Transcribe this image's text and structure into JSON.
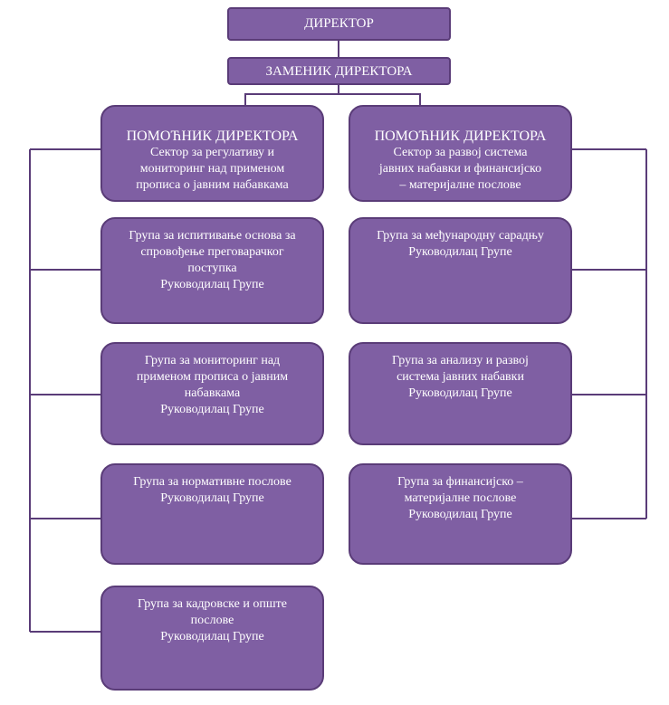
{
  "director": "ДИРЕКТОР",
  "deputy": "ЗАМЕНИК ДИРЕКТОРА",
  "assistant_left": {
    "title": "ПОМОЋНИК ДИРЕКТОРА",
    "sector": "Сектор за регулативу и\nмониторинг над применом\nпрописа о јавним набавкама"
  },
  "assistant_right": {
    "title": "ПОМОЋНИК ДИРЕКТОРА",
    "sector": "Сектор за развој система\nјавних набавки и финансијско\n– материјалне послове"
  },
  "left_groups": [
    "Група за испитивање основа за\nспровођење преговарачког\nпоступка\nРуководилац Групе",
    "Група за мониторинг над\nприменом прописа о јавним\nнабавкама\nРуководилац Групе",
    "Група за нормативне послове\nРуководилац Групе",
    "Група за кадровске и опште\nпослове\nРуководилац Групе"
  ],
  "right_groups": [
    "Група за међународну сарадњу\nРуководилац Групе",
    "Група за анализу и развој\nсистема јавних набавки\nРуководилац Групе",
    "Група за финансијско –\nматеријалне послове\nРуководилац Групе"
  ],
  "colors": {
    "box_fill": "#7f5fa3",
    "box_border": "#5a3c78",
    "text": "#ffffff"
  }
}
